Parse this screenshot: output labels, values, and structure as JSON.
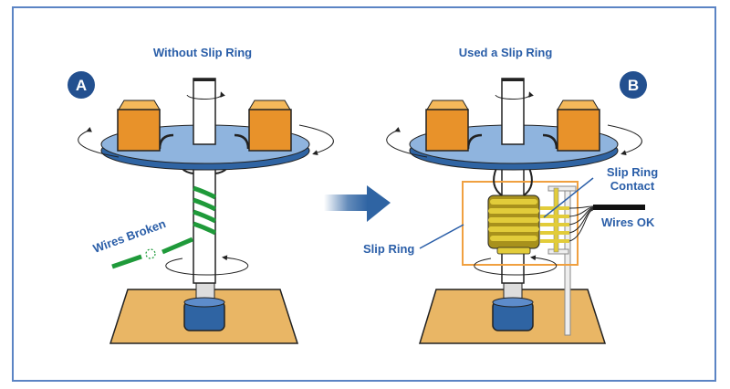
{
  "panel_a": {
    "title": "Without Slip Ring",
    "badge": "A",
    "annotation": "Wires Broken"
  },
  "panel_b": {
    "title": "Used a Slip Ring",
    "badge": "B",
    "annotations": {
      "slip_ring": "Slip Ring",
      "slip_ring_contact_line1": "Slip Ring",
      "slip_ring_contact_line2": "Contact",
      "wires_ok": "Wires OK"
    }
  },
  "transition_arrow": "arrow-right-icon",
  "colors": {
    "frame": "#5b84c4",
    "label_blue": "#2a5ea8",
    "badge_blue": "#23508f",
    "disk_top": "#8fb4de",
    "disk_edge": "#2f64a3",
    "box_orange": "#e8922a",
    "box_top": "#f4b85a",
    "base_tan": "#e9b665",
    "wire_green": "#1f9a3a",
    "ring_gold": "#e2cc3a",
    "slip_ring_frame": "#f0a040"
  }
}
